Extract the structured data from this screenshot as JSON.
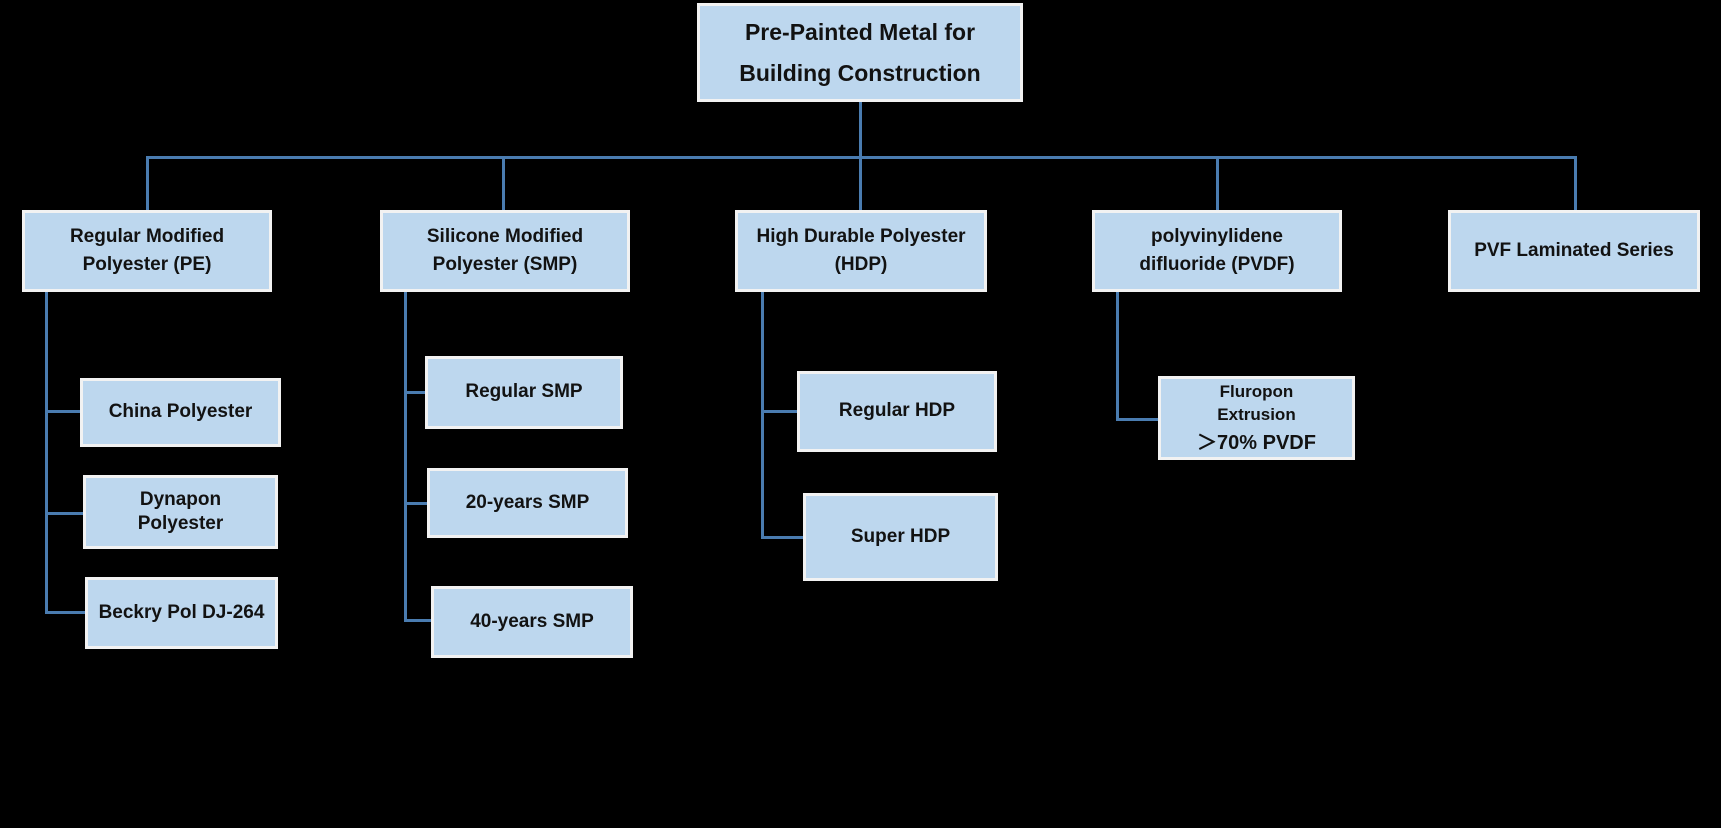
{
  "diagram": {
    "title": "Pre-Painted Metal for Building Construction flowchart",
    "root": {
      "label": "Pre-Painted Metal for\nBuilding Construction"
    },
    "branches": [
      {
        "label": "Regular Modified\nPolyester (PE)",
        "children": [
          {
            "label": "China Polyester"
          },
          {
            "label": "Dynapon\nPolyester"
          },
          {
            "label": "Beckry Pol DJ-264"
          }
        ]
      },
      {
        "label": "Silicone Modified\nPolyester (SMP)",
        "children": [
          {
            "label": "Regular SMP"
          },
          {
            "label": "20-years SMP"
          },
          {
            "label": "40-years SMP"
          }
        ]
      },
      {
        "label": "High Durable Polyester\n(HDP)",
        "children": [
          {
            "label": "Regular HDP"
          },
          {
            "label": "Super HDP"
          }
        ]
      },
      {
        "label": "polyvinylidene\ndifluoride (PVDF)",
        "children": [
          {
            "label": "Fluropon\nExtrusion",
            "sublabel": "＞70% PVDF"
          }
        ]
      },
      {
        "label": "PVF Laminated Series",
        "children": []
      }
    ],
    "colors": {
      "background": "#000000",
      "box_fill": "#BDD7EE",
      "box_border": "#F2F2F2",
      "connector": "#4A7CB0",
      "text": "#121212"
    }
  }
}
